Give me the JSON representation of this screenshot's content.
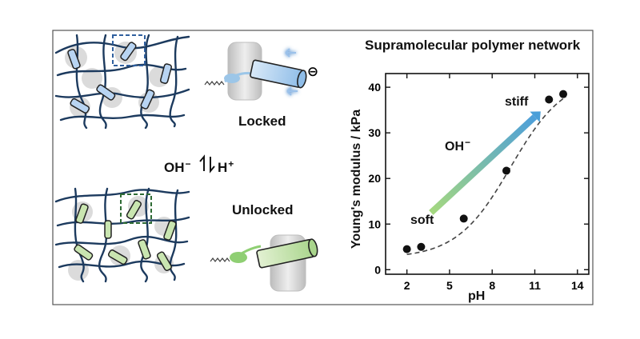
{
  "labels": {
    "locked": "Locked",
    "unlocked": "Unlocked",
    "oh_base": "OH",
    "oh_sup": "−",
    "h_base": "H",
    "h_sup": "+",
    "charge_symbol": "⊖"
  },
  "chart_data": {
    "type": "scatter",
    "title": "Supramolecular polymer network",
    "xlabel": "pH",
    "ylabel": "Young's modulus / kPa",
    "xlim": [
      0.5,
      14.8
    ],
    "ylim": [
      -1,
      43
    ],
    "xticks": [
      2,
      5,
      8,
      11,
      14
    ],
    "yticks": [
      0,
      10,
      20,
      30,
      40
    ],
    "series": [
      {
        "x": [
          2,
          3,
          6,
          9,
          12,
          13
        ],
        "y": [
          4.5,
          5,
          11.2,
          21.7,
          37.3,
          38.5
        ]
      }
    ],
    "trend_line": "dashed sigmoid fit",
    "annotations": {
      "soft": "soft",
      "stiff": "stiff",
      "arrow_base": "OH",
      "arrow_sup": "−"
    },
    "colors": {
      "arrow_start": "#8ed07a",
      "arrow_end": "#4a9fd8",
      "points": "#111111"
    }
  },
  "colors": {
    "network": "#1c3a5e",
    "locked_box": "#2f5f9e",
    "unlocked_box": "#2e6b34",
    "host": "#c9c9c9",
    "rod_locked": "#b8d4f2",
    "rod_unlocked": "#c9e5b0",
    "guest_locked": "#9cc6e8",
    "guest_unlocked": "#8fcf73"
  }
}
